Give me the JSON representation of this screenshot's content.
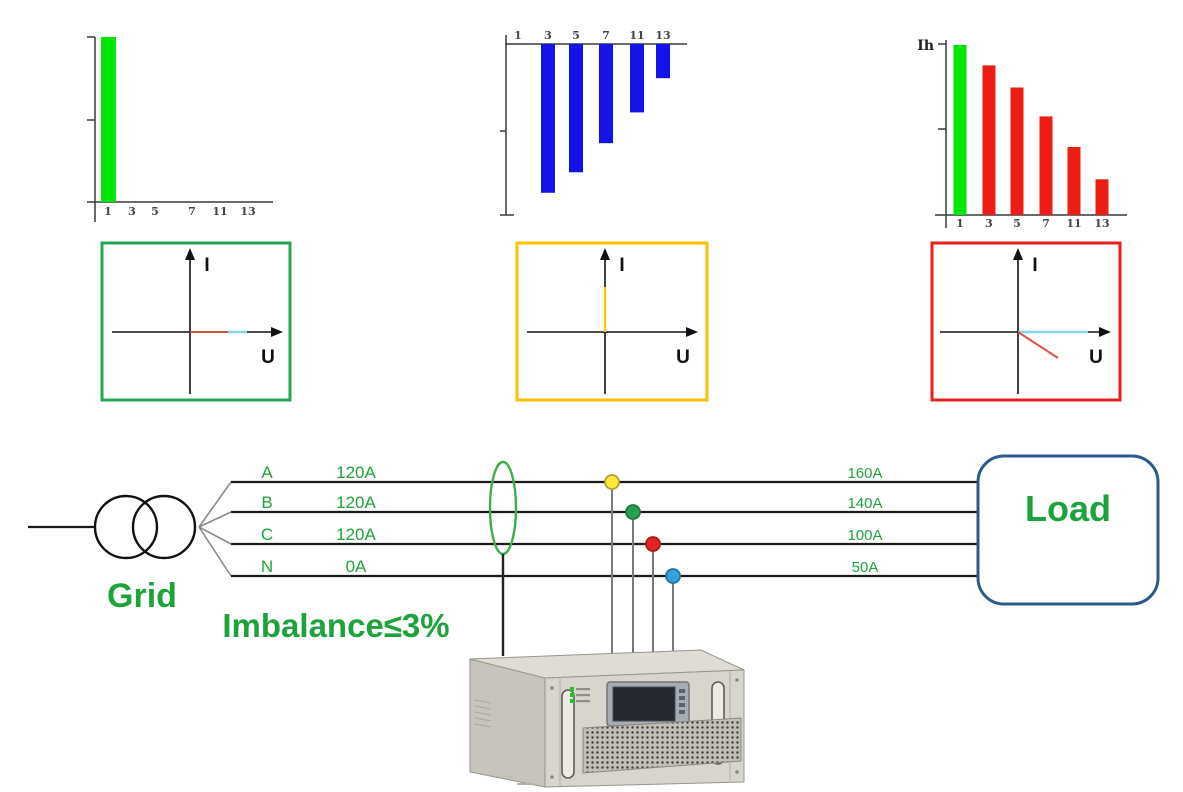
{
  "iu_axis_labels": {
    "current": "I",
    "voltage": "U"
  },
  "chart_data": [
    {
      "type": "bar",
      "id": "grid-current-after-compensation",
      "title": "",
      "xlabel": "",
      "ylabel": "",
      "orientation": "up",
      "categories": [
        "1",
        "3",
        "5",
        "7",
        "11",
        "13"
      ],
      "values": [
        100,
        0,
        0,
        0,
        0,
        0
      ],
      "bar_color": "#00e60a",
      "ylim": [
        0,
        100
      ],
      "grid": false,
      "legend": "none"
    },
    {
      "type": "bar",
      "id": "compensation-harmonic-currents",
      "title": "",
      "xlabel": "",
      "ylabel": "",
      "orientation": "down",
      "categories": [
        "1",
        "3",
        "5",
        "7",
        "11",
        "13"
      ],
      "values": [
        0,
        87,
        75,
        58,
        40,
        20
      ],
      "bar_color": "#1414e8",
      "ylim": [
        0,
        100
      ],
      "grid": false,
      "legend": "none"
    },
    {
      "type": "bar",
      "id": "load-harmonic-spectrum",
      "title": "",
      "xlabel": "",
      "ylabel": "Ih",
      "orientation": "up",
      "categories": [
        "1",
        "3",
        "5",
        "7",
        "11",
        "13"
      ],
      "values": [
        100,
        88,
        75,
        58,
        40,
        21
      ],
      "bar_colors": [
        "#00e60a",
        "#ee1c16",
        "#ee1c16",
        "#ee1c16",
        "#ee1c16",
        "#ee1c16"
      ],
      "ylim": [
        0,
        100
      ],
      "grid": false,
      "legend": "none"
    }
  ],
  "iu_boxes": [
    {
      "border_color": "#27a857",
      "vectors": [
        {
          "color": "#c85046",
          "dx1": 0,
          "dy1": 0,
          "dx2": 38,
          "dy2": 0,
          "w": 2
        },
        {
          "color": "#82d7e8",
          "dx1": 38,
          "dy1": 0,
          "dx2": 57,
          "dy2": 0,
          "w": 2.4
        }
      ]
    },
    {
      "border_color": "#ffc000",
      "vectors": [
        {
          "color": "#ffc000",
          "dx1": 0,
          "dy1": 0,
          "dx2": 0,
          "dy2": -45,
          "w": 2.2
        }
      ]
    },
    {
      "border_color": "#e8211d",
      "vectors": [
        {
          "color": "#82d7e8",
          "dx1": 0,
          "dy1": 0,
          "dx2": 70,
          "dy2": 0,
          "w": 2.4
        },
        {
          "color": "#e05348",
          "dx1": 0,
          "dy1": 0,
          "dx2": 40,
          "dy2": 26,
          "w": 2
        }
      ]
    }
  ],
  "circuit": {
    "grid_label": "Grid",
    "imbalance_label": "Imbalance≤3%",
    "load_label": "Load",
    "text_color": "#1ea33c",
    "wire_color": "#1a1a1a",
    "load_border_color": "#2b5a8c",
    "ct_ellipse_color": "#3dae49",
    "phases": [
      {
        "name": "A",
        "left_current": "120A",
        "right_current": "160A",
        "dot_fill": "#ffe838",
        "dot_stroke": "#a8a23a"
      },
      {
        "name": "B",
        "left_current": "120A",
        "right_current": "140A",
        "dot_fill": "#2a9d4e",
        "dot_stroke": "#1e7a3c"
      },
      {
        "name": "C",
        "left_current": "120A",
        "right_current": "100A",
        "dot_fill": "#e02423",
        "dot_stroke": "#a81a1a"
      },
      {
        "name": "N",
        "left_current": "0A",
        "right_current": "50A",
        "dot_fill": "#379fd9",
        "dot_stroke": "#2474a3"
      }
    ]
  }
}
